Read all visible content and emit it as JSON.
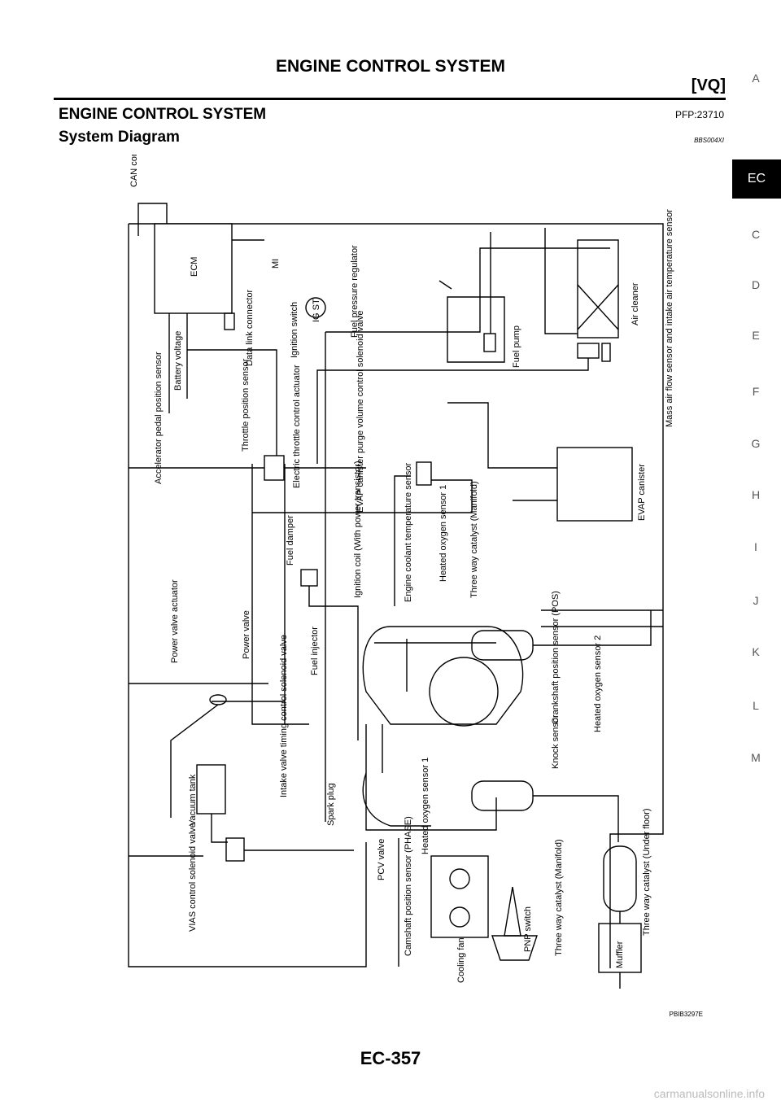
{
  "header": {
    "title": "ENGINE CONTROL SYSTEM",
    "subtitle": "[VQ]"
  },
  "section": {
    "title": "ENGINE CONTROL SYSTEM",
    "code": "PFP:23710"
  },
  "subsection": {
    "title": "System Diagram",
    "code": "BBS004XI"
  },
  "sidebar": {
    "items": [
      "A",
      "EC",
      "C",
      "D",
      "E",
      "F",
      "G",
      "H",
      "I",
      "J",
      "K",
      "L",
      "M"
    ],
    "active": "EC"
  },
  "diagram": {
    "id": "PBIB3297E",
    "labels": {
      "can": "CAN communication",
      "ecm": "ECM",
      "mi": "MI",
      "data_link": "Data link connector",
      "battery": "Battery voltage",
      "ignition_switch": "Ignition switch",
      "ign_marks": "IG ST",
      "fuel_pressure_regulator": "Fuel pressure regulator",
      "fuel_pump": "Fuel pump",
      "air_cleaner": "Air cleaner",
      "maf": "Mass air flow sensor and intake air temperature sensor",
      "app_sensor": "Accelerator pedal position sensor",
      "tps": "Throttle position sensor",
      "etc_actuator": "Electric throttle control actuator",
      "evap_valve": "EVAP canister purge volume control solenoid valve",
      "evap_canister": "EVAP canister",
      "fuel_damper": "Fuel damper",
      "power_valve_actuator": "Power valve actuator",
      "power_valve": "Power valve",
      "fuel_injector": "Fuel injector",
      "ignition_coil": "Ignition coil (With power transistor)",
      "ect_sensor": "Engine coolant temperature sensor",
      "ho2s1": "Heated oxygen sensor 1",
      "twc_manifold_top": "Three way catalyst (Manifold)",
      "crank_sensor": "Crankshaft position sensor (POS)",
      "ho2s2": "Heated oxygen sensor 2",
      "knock": "Knock sensor",
      "ivt_valve": "Intake valve timing control solenoid valve",
      "spark_plug": "Spark plug",
      "vacuum_tank": "Vacuum tank",
      "vias": "VIAS control solenoid valve",
      "pcv": "PCV valve",
      "cam_sensor": "Camshaft position sensor (PHASE)",
      "ho2s1_bottom": "Heated oxygen sensor 1",
      "cooling_fan": "Cooling fan",
      "pnp": "PNP switch",
      "twc_manifold_bottom": "Three way catalyst (Manifold)",
      "twc_underfloor": "Three way catalyst (Under floor)",
      "muffler": "Muffler"
    }
  },
  "page": {
    "number": "EC-357",
    "watermark": "carmanualsonline.info"
  }
}
